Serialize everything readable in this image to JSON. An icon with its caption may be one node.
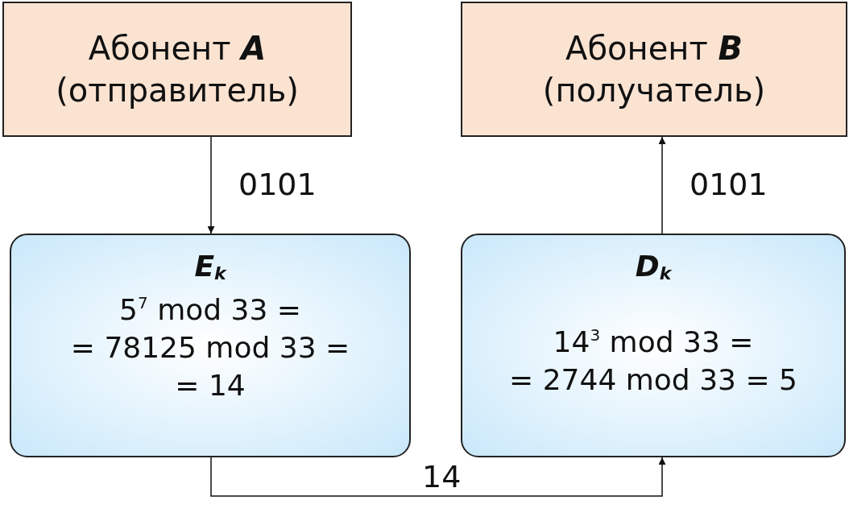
{
  "diagram": {
    "nodes": [
      {
        "text": [
          "Абонент **A**",
          "(отправитель)"
        ]
      },
      {
        "text": [
          "Абонент **B**",
          "(получатель)"
        ]
      },
      {
        "text": [
          "E$_{k}$",
          "5$^{7}$ mod 33 = = 78125 mod 33 = = 14"
        ]
      },
      {
        "text": [
          "D$_{k}$",
          "14$^{3}$ mod 33 = = 2744 mod 33 = 5"
        ]
      }
    ],
    "edges": [
      {
        "from": 0,
        "to": 2,
        "arrow": "to",
        "label": "0101"
      },
      {
        "from": 3,
        "to": 1,
        "arrow": "to",
        "label": "0101"
      },
      {
        "from": 2,
        "to": 3,
        "arrow": "to",
        "label": "14"
      }
    ]
  }
}
